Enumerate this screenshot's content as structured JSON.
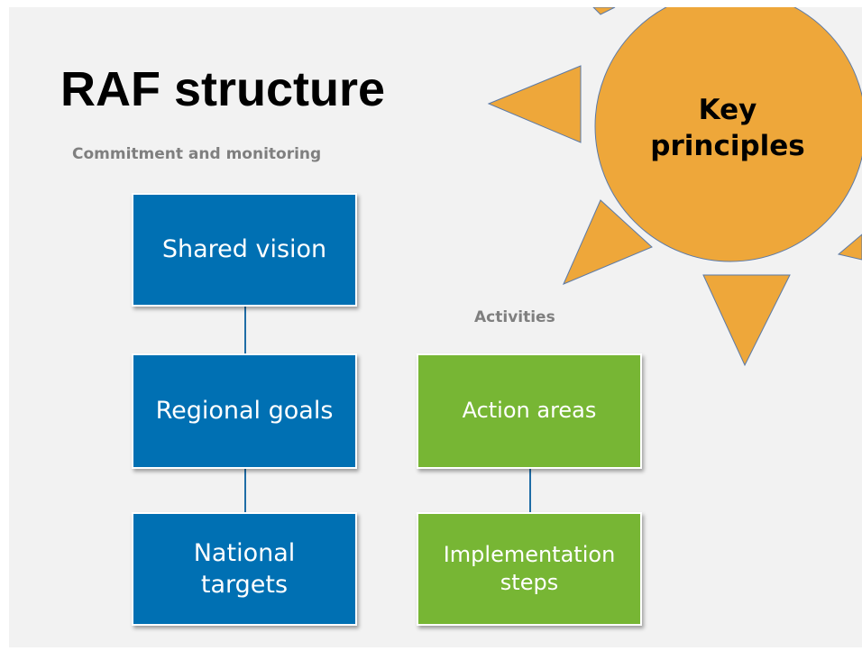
{
  "title": "RAF structure",
  "left_heading": "Commitment and monitoring",
  "right_heading": "Activities",
  "blue_boxes": [
    {
      "label": "Shared vision"
    },
    {
      "label": "Regional goals"
    },
    {
      "label": "National targets"
    }
  ],
  "green_boxes": [
    {
      "label": "Action areas"
    },
    {
      "label": "Implementation steps"
    }
  ],
  "sun": {
    "label": "Key principles"
  },
  "colors": {
    "blue": "#0070b3",
    "green": "#77b634",
    "sun": "#eea73a",
    "background": "#f2f2f2",
    "subhead": "#7f7f7f"
  }
}
